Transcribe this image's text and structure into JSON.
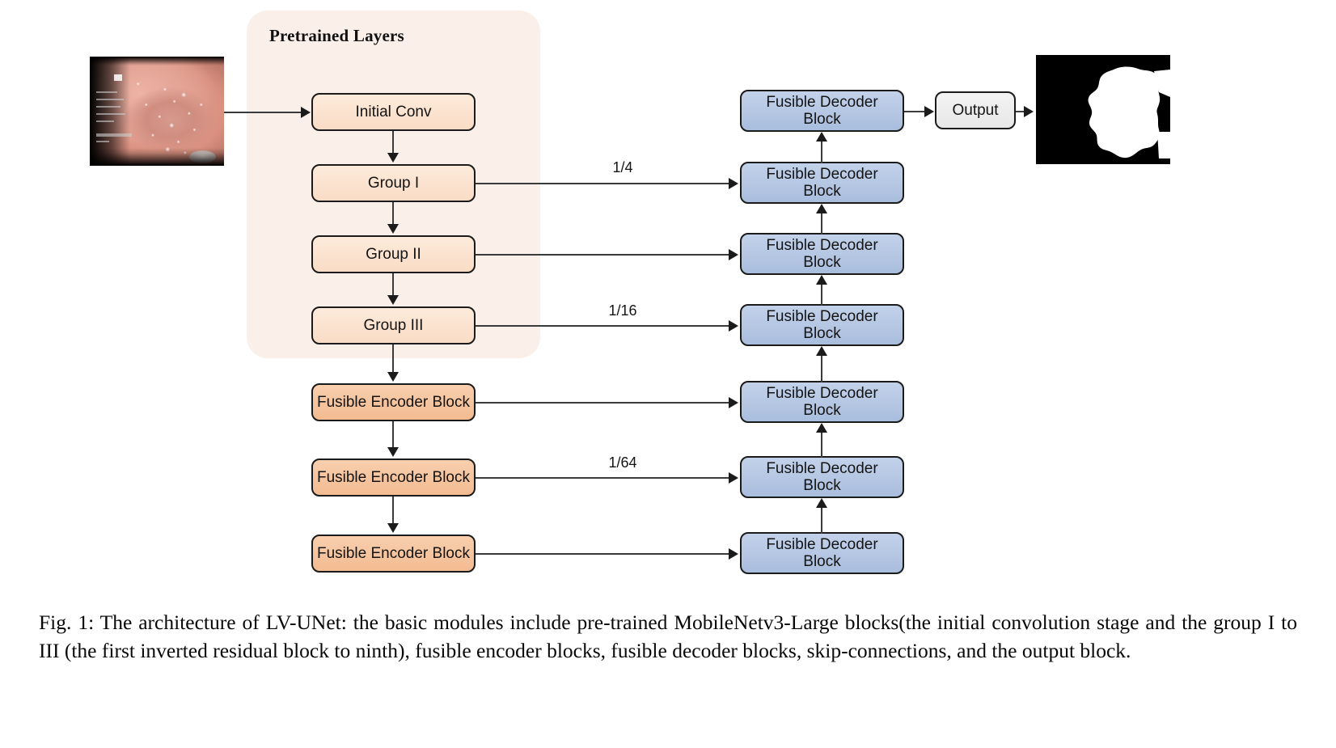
{
  "figure": {
    "pretrained_region_label": "Pretrained Layers",
    "accent_colors": {
      "pretrained_region_bg": "#faefe9",
      "encoder_light": "#fbe0ce",
      "encoder_deep": "#f5c49b",
      "decoder_blue": "#b4c7e3",
      "output_gray": "#eeeeee",
      "stroke": "#1b1b1b"
    },
    "input_image": {
      "name": "endoscopy-input-image",
      "description": "endoscopic colon polyp photograph"
    },
    "output_image": {
      "name": "binary-segmentation-mask",
      "description": "black background with white polyp mask"
    },
    "encoder_blocks": [
      {
        "label": "Initial Conv",
        "style": "light"
      },
      {
        "label": "Group I",
        "style": "light"
      },
      {
        "label": "Group II",
        "style": "light"
      },
      {
        "label": "Group III",
        "style": "light"
      },
      {
        "label": "Fusible Encoder Block",
        "style": "deep"
      },
      {
        "label": "Fusible Encoder Block",
        "style": "deep"
      },
      {
        "label": "Fusible Encoder Block",
        "style": "deep"
      }
    ],
    "decoder_blocks": [
      {
        "line1": "Fusible Decoder",
        "line2": "Block"
      },
      {
        "line1": "Fusible Decoder",
        "line2": "Block"
      },
      {
        "line1": "Fusible Decoder",
        "line2": "Block"
      },
      {
        "line1": "Fusible Decoder",
        "line2": "Block"
      },
      {
        "line1": "Fusible Decoder",
        "line2": "Block"
      },
      {
        "line1": "Fusible Decoder",
        "line2": "Block"
      },
      {
        "line1": "Fusible Decoder",
        "line2": "Block"
      }
    ],
    "output_block": {
      "label": "Output"
    },
    "skip_labels": [
      {
        "text": "1/4",
        "from": "Group I"
      },
      {
        "text": "1/16",
        "from": "Group III"
      },
      {
        "text": "1/64",
        "from": "Fusible Encoder Block 2"
      }
    ],
    "caption": "Fig. 1: The architecture of LV-UNet: the basic modules include pre-trained MobileNetv3-Large blocks(the initial convolution stage and the group I to III (the first inverted residual block to ninth), fusible encoder blocks, fusible decoder blocks, skip-connections, and the output block."
  }
}
